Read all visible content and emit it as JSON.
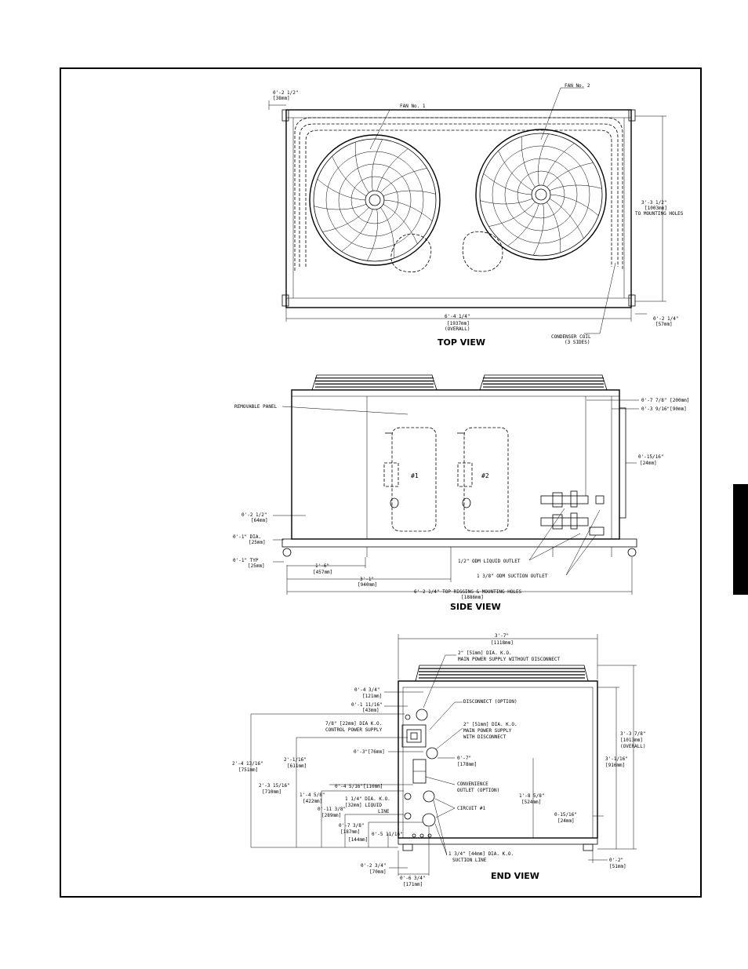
{
  "top_view": {
    "title": "TOP VIEW",
    "fan1": "FAN No. 1",
    "fan2": "FAN No. 2",
    "dim_top_left": [
      "0'-2 1/2\"",
      "[38mm]"
    ],
    "dim_height": [
      "3'-3 1/2\"",
      "[1003mm]",
      "TO MOUNTING HOLES"
    ],
    "dim_width": [
      "6'-4 1/4\"",
      "[1937mm]",
      "(OVERALL)"
    ],
    "dim_bottom_right": [
      "0'-2 1/4\"",
      "[57mm]"
    ],
    "coil": [
      "CONDENSER COIL",
      "(3 SIDES)"
    ]
  },
  "side_view": {
    "title": "SIDE VIEW",
    "removable_panel": "REMOVABLE PANEL",
    "comp1": "#1",
    "comp2": "#2",
    "dim_r1": "0'-7 7/8\" [200mm]",
    "dim_r2": "0'-3 9/16\"[90mm]",
    "dim_r3": [
      "0'-15/16\"",
      "[24mm]"
    ],
    "dim_l1": [
      "0'-2 1/2\"",
      "[64mm]"
    ],
    "dim_l2": [
      "0'-1\" DIA.",
      "[25mm]"
    ],
    "dim_l3": [
      "0'-1\" TYP",
      "[25mm]"
    ],
    "dim_b1": [
      "1'-6\"",
      "[457mm]"
    ],
    "dim_b2": [
      "3'-1\"",
      "[940mm]"
    ],
    "dim_b3": [
      "6'-2 1/4\" TOP RIGGING & MOUNTING HOLES",
      "[1886mm]"
    ],
    "liquid_outlet": "1/2\" ODM LIQUID OUTLET",
    "suction_outlet": "1 3/8\" ODM SUCTION OUTLET"
  },
  "end_view": {
    "title": "END VIEW",
    "dim_top": [
      "3'-7\"",
      "[1118mm]"
    ],
    "ko_main": [
      "2\" [51mm] DIA. K.O.",
      "MAIN POWER SUPPLY WITHOUT DISCONNECT"
    ],
    "dim_a": [
      "0'-4 3/4\"",
      "[121mm]"
    ],
    "dim_b": [
      "0'-1 11/16\"",
      "[43mm]"
    ],
    "disconnect": "DISCONNECT (OPTION)",
    "ko_control": [
      "7/8\" [22mm] DIA K.O.",
      "CONTROL POWER SUPPLY"
    ],
    "ko_main_disc": [
      "2\" [51mm] DIA. K.O.",
      "MAIN POWER SUPPLY",
      "WITH DISCONNECT"
    ],
    "dim_c": "0'-3\"[76mm]",
    "dim_d": [
      "0'-7\"",
      "[178mm]"
    ],
    "dim_e": [
      "2'-4 13/16\"",
      "[751mm]"
    ],
    "dim_f": [
      "2'-1/16\"",
      "[611mm]"
    ],
    "dim_g": [
      "2'-3 15/16\"",
      "[710mm]"
    ],
    "dim_h": "0'-4 5/16\"[110mm]",
    "conv_outlet": [
      "CONVENIENCE",
      "OUTLET (OPTION)"
    ],
    "dim_i": [
      "1'-4 5/8\"",
      "[422mm]"
    ],
    "ko_liquid": [
      "1 1/4\" DIA. K.O.",
      "[32mm] LIQUID",
      "LINE"
    ],
    "dim_j": [
      "0'-11 3/8\"",
      "[289mm]"
    ],
    "circuit": "CIRCUIT #1",
    "dim_k": [
      "0'-7 3/8\"",
      "[187mm]"
    ],
    "dim_l": [
      "0'-5 11/16\"",
      "[144mm]"
    ],
    "dim_m": [
      "1'-8 5/8\"",
      "[524mm]"
    ],
    "dim_n": [
      "0-15/16\"",
      "[24mm]"
    ],
    "dim_o": [
      "3'-1/16\"",
      "[916mm]"
    ],
    "dim_p": [
      "3'-3 7/8\"",
      "[1013mm]",
      "(OVERALL)"
    ],
    "ko_suction": [
      "1 3/4\" [44mm] DIA. K.O.",
      "SUCTION LINE"
    ],
    "dim_q": [
      "0'-2 3/4\"",
      "[70mm]"
    ],
    "dim_r": [
      "0'-6 3/4\"",
      "[171mm]"
    ],
    "dim_s": [
      "0'-2\"",
      "[51mm]"
    ]
  }
}
